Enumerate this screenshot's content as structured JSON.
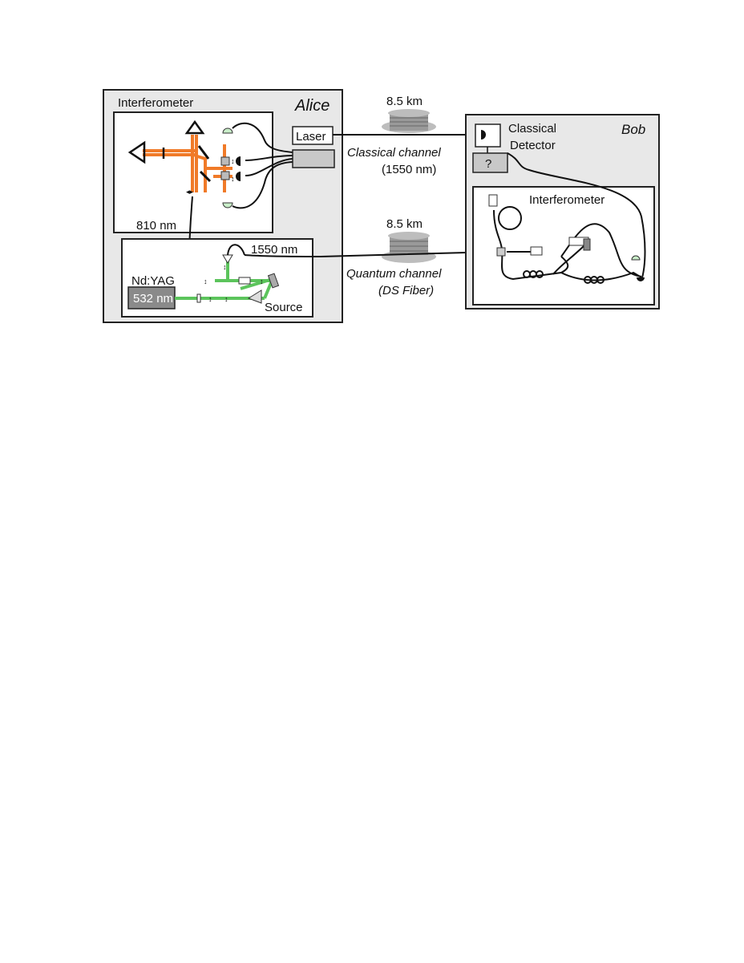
{
  "alice": {
    "title": "Alice",
    "interferometer_label": "Interferometer",
    "wavelength_810": "810 nm",
    "laser_label": "Laser",
    "source": {
      "label": "Source",
      "wavelength_1550": "1550 nm",
      "pump_name": "Nd:YAG",
      "pump_wavelength": "532 nm"
    }
  },
  "bob": {
    "title": "Bob",
    "detector_label_line1": "Classical",
    "detector_label_line2": "Detector",
    "unknown_box": "?",
    "interferometer_label": "Interferometer"
  },
  "classical_channel": {
    "distance": "8.5 km",
    "name": "Classical channel",
    "wavelength": "(1550 nm)"
  },
  "quantum_channel": {
    "distance": "8.5 km",
    "name": "Quantum channel",
    "fiber": "(DS Fiber)"
  },
  "colors": {
    "orange_beam": "#f07a28",
    "green_beam": "#5cc45c",
    "panel_gray": "#e8e8e8",
    "box_gray": "#c8c8c8",
    "pump_gray": "#8a8a8a"
  }
}
